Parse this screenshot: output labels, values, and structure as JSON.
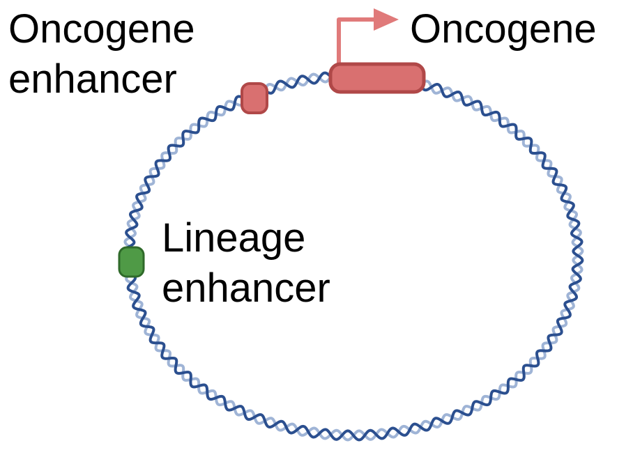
{
  "labels": {
    "oncogene_enhancer": [
      "Oncogene",
      "enhancer"
    ],
    "oncogene": "Oncogene",
    "lineage_enhancer": [
      "Lineage",
      "enhancer"
    ]
  },
  "colors": {
    "background": "#ffffff",
    "dna_dark": "#2b4f8f",
    "dna_light": "#9fb4d6",
    "oncogene_fill": "#d97070",
    "oncogene_stroke": "#b04848",
    "lineage_fill": "#4f9a46",
    "lineage_stroke": "#2f6a2a",
    "arrow": "#e07a7a"
  },
  "icons": {
    "dna": "double-helix-ring",
    "promoter": "bent-arrow"
  }
}
